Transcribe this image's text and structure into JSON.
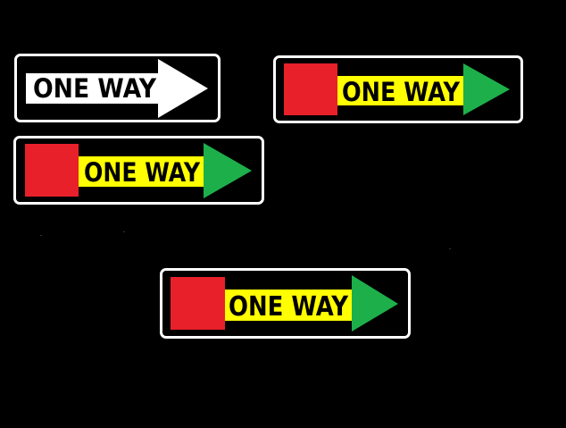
{
  "signs": [
    {
      "label": "ONE WAY",
      "style": "standard",
      "colors": {
        "panel": "#ffffff",
        "text": "#000000",
        "arrow": "#ffffff",
        "border": "#ffffff",
        "background": "#000000"
      }
    },
    {
      "label": "ONE WAY",
      "style": "colored",
      "colors": {
        "square": "#e8202a",
        "band": "#ffff00",
        "text": "#000000",
        "arrow": "#1db04a",
        "border": "#ffffff",
        "background": "#000000"
      }
    },
    {
      "label": "ONE WAY",
      "style": "colored",
      "colors": {
        "square": "#e8202a",
        "band": "#ffff00",
        "text": "#000000",
        "arrow": "#1db04a",
        "border": "#ffffff",
        "background": "#000000"
      }
    },
    {
      "label": "ONE WAY",
      "style": "colored",
      "colors": {
        "square": "#e8202a",
        "band": "#ffff00",
        "text": "#000000",
        "arrow": "#1db04a",
        "border": "#ffffff",
        "background": "#000000"
      }
    }
  ]
}
